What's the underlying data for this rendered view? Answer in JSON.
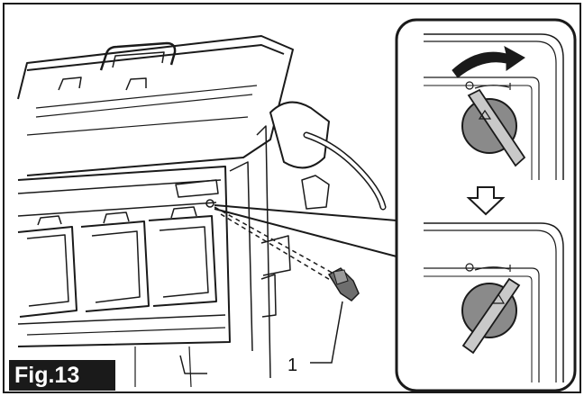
{
  "figure": {
    "label": "Fig.13",
    "callouts": [
      {
        "number": "1",
        "target": "key"
      }
    ]
  },
  "colors": {
    "line": "#1a1a1a",
    "gray": "#7a7a7a",
    "panel": "#ffffff"
  },
  "icons": {
    "rotate_arrow": "curved-arrow-clockwise",
    "down_arrow": "hollow-down-arrow",
    "lock_symbol": "triangle"
  }
}
